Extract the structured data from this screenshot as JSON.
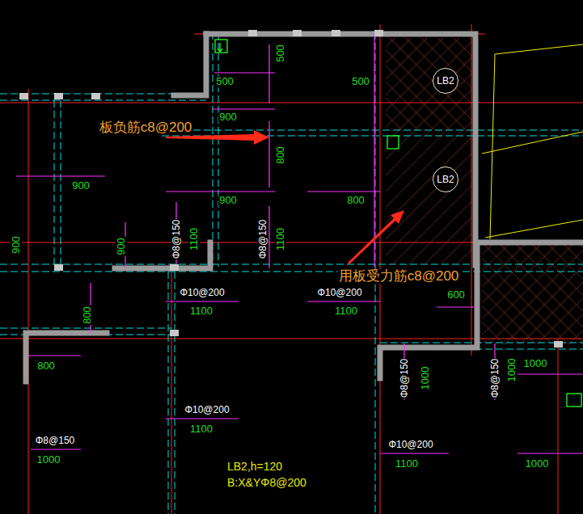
{
  "diagram": {
    "nodes": [
      {
        "text": [
          "LB2"
        ]
      },
      {
        "text": [
          "LB2"
        ]
      }
    ],
    "labels": [
      "500",
      "500",
      "500",
      "900",
      "板负筋c8@200",
      "800",
      "900",
      "900",
      "800",
      "900",
      "Φ8@150",
      "1100",
      "900",
      "Φ8@150",
      "1100",
      "用板受力筋c8@200",
      "Φ10@200",
      "Φ10@200",
      "1100",
      "1100",
      "600",
      "800",
      "800",
      "Φ8@150",
      "1000",
      "Φ8@150",
      "1000",
      "1000",
      "Φ10@200",
      "1100",
      "Φ8@150",
      "1000",
      "Φ10@200",
      "1100",
      "1000",
      "LB2,h=120",
      "B:X&YΦ8@200"
    ]
  }
}
